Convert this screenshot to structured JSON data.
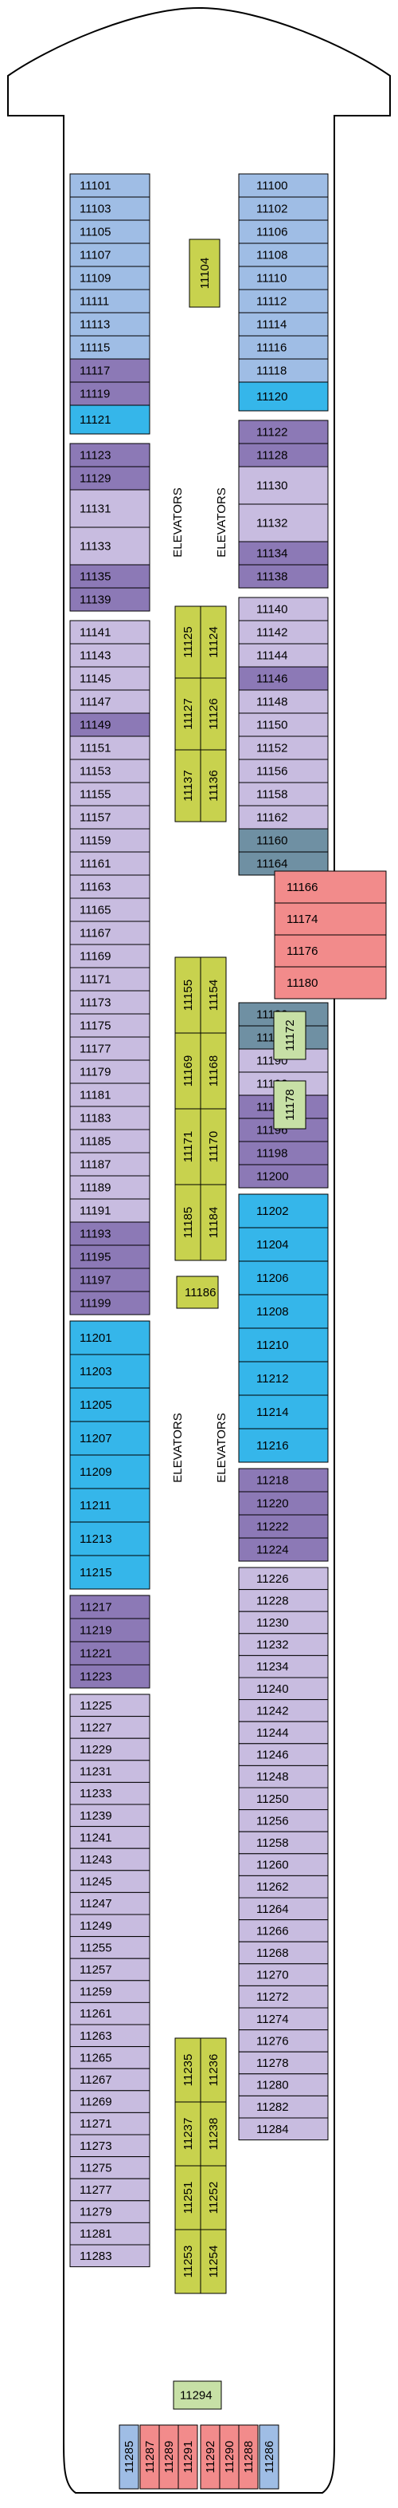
{
  "deck": {
    "colors": {
      "inside_light": "#c8bce0",
      "inside_dark": "#8c79b6",
      "oceanview_blue": "#9fbde5",
      "balcony_cyan": "#35b6ea",
      "balcony_steel": "#6f90a3",
      "suite_red": "#f28b8b",
      "interior_olive": "#c8d24e",
      "interior_lightgreen": "#c7e0a6",
      "corridor": "#ffffff",
      "hull_outline": "#000000"
    },
    "elevators_label": "ELEVATORS",
    "port_cabins": {
      "upper_blue": [
        "11101",
        "11103",
        "11105",
        "11107",
        "11109",
        "11111",
        "11113",
        "11115"
      ],
      "dark_a": [
        "11117",
        "11119"
      ],
      "cyan_a": [
        "11121"
      ],
      "dark_b": [
        "11123",
        "11129"
      ],
      "light_a": [
        "11131",
        "11133"
      ],
      "dark_c": [
        "11135",
        "11139"
      ],
      "light_b": [
        "11141",
        "11143",
        "11145",
        "11147"
      ],
      "dark_d": [
        "11149"
      ],
      "light_c": [
        "11151",
        "11153",
        "11155",
        "11157",
        "11159",
        "11161",
        "11163",
        "11165",
        "11167",
        "11169",
        "11171",
        "11173",
        "11175",
        "11177",
        "11179",
        "11181",
        "11183",
        "11185",
        "11187",
        "11189",
        "11191"
      ],
      "dark_e": [
        "11193",
        "11195",
        "11197",
        "11199"
      ],
      "cyan_b": [
        "11201",
        "11203",
        "11205",
        "11207",
        "11209",
        "11211",
        "11213",
        "11215"
      ],
      "dark_f": [
        "11217",
        "11219",
        "11221",
        "11223"
      ],
      "light_d": [
        "11225",
        "11227",
        "11229",
        "11231",
        "11233",
        "11239",
        "11241",
        "11243",
        "11245",
        "11247",
        "11249",
        "11255",
        "11257",
        "11259",
        "11261",
        "11263",
        "11265",
        "11267",
        "11269",
        "11271",
        "11273",
        "11275",
        "11277",
        "11279",
        "11281",
        "11283"
      ]
    },
    "stbd_cabins": {
      "upper_blue": [
        "11100",
        "11102",
        "11106",
        "11108",
        "11110",
        "11112",
        "11114",
        "11116",
        "11118"
      ],
      "cyan_a": [
        "11120"
      ],
      "dark_b": [
        "11122",
        "11128"
      ],
      "light_a": [
        "11130",
        "11132"
      ],
      "dark_c": [
        "11134",
        "11138"
      ],
      "light_b": [
        "11140",
        "11142",
        "11144"
      ],
      "dark_d": [
        "11146"
      ],
      "light_c": [
        "11148",
        "11150",
        "11152",
        "11156",
        "11158",
        "11162"
      ],
      "steel": [
        "11160",
        "11164"
      ],
      "suites": [
        "11166",
        "11174",
        "11176",
        "11180"
      ],
      "steel_b": [
        "11182",
        "11188"
      ],
      "light_d": [
        "11190",
        "11192"
      ],
      "dark_e": [
        "11194",
        "11196",
        "11198",
        "11200"
      ],
      "cyan_b": [
        "11202",
        "11204",
        "11206",
        "11208",
        "11210",
        "11212",
        "11214",
        "11216"
      ],
      "dark_f": [
        "11218",
        "11220",
        "11222",
        "11224"
      ],
      "light_e": [
        "11226",
        "11228",
        "11230",
        "11232",
        "11234",
        "11240",
        "11242",
        "11244",
        "11246",
        "11248",
        "11250",
        "11256",
        "11258",
        "11260",
        "11262",
        "11264",
        "11266",
        "11268",
        "11270",
        "11272",
        "11274",
        "11276",
        "11278",
        "11280",
        "11282",
        "11284"
      ]
    },
    "center_cabins": {
      "c11104": "11104",
      "group1": [
        [
          "11125",
          "11124"
        ],
        [
          "11127",
          "11126"
        ],
        [
          "11137",
          "11136"
        ]
      ],
      "group2": [
        [
          "11155",
          "11154"
        ],
        [
          "11169",
          "11168"
        ],
        [
          "11171",
          "11170"
        ],
        [
          "11185",
          "11184"
        ]
      ],
      "c11172": "11172",
      "c11178": "11178",
      "c11186": "11186",
      "group3": [
        [
          "11235",
          "11236"
        ],
        [
          "11237",
          "11238"
        ],
        [
          "11251",
          "11252"
        ],
        [
          "11253",
          "11254"
        ]
      ],
      "c11294": "11294"
    },
    "aft": {
      "vertical": [
        "11285",
        "11287",
        "11289",
        "11291",
        "11292",
        "11290",
        "11288",
        "11286"
      ]
    }
  }
}
